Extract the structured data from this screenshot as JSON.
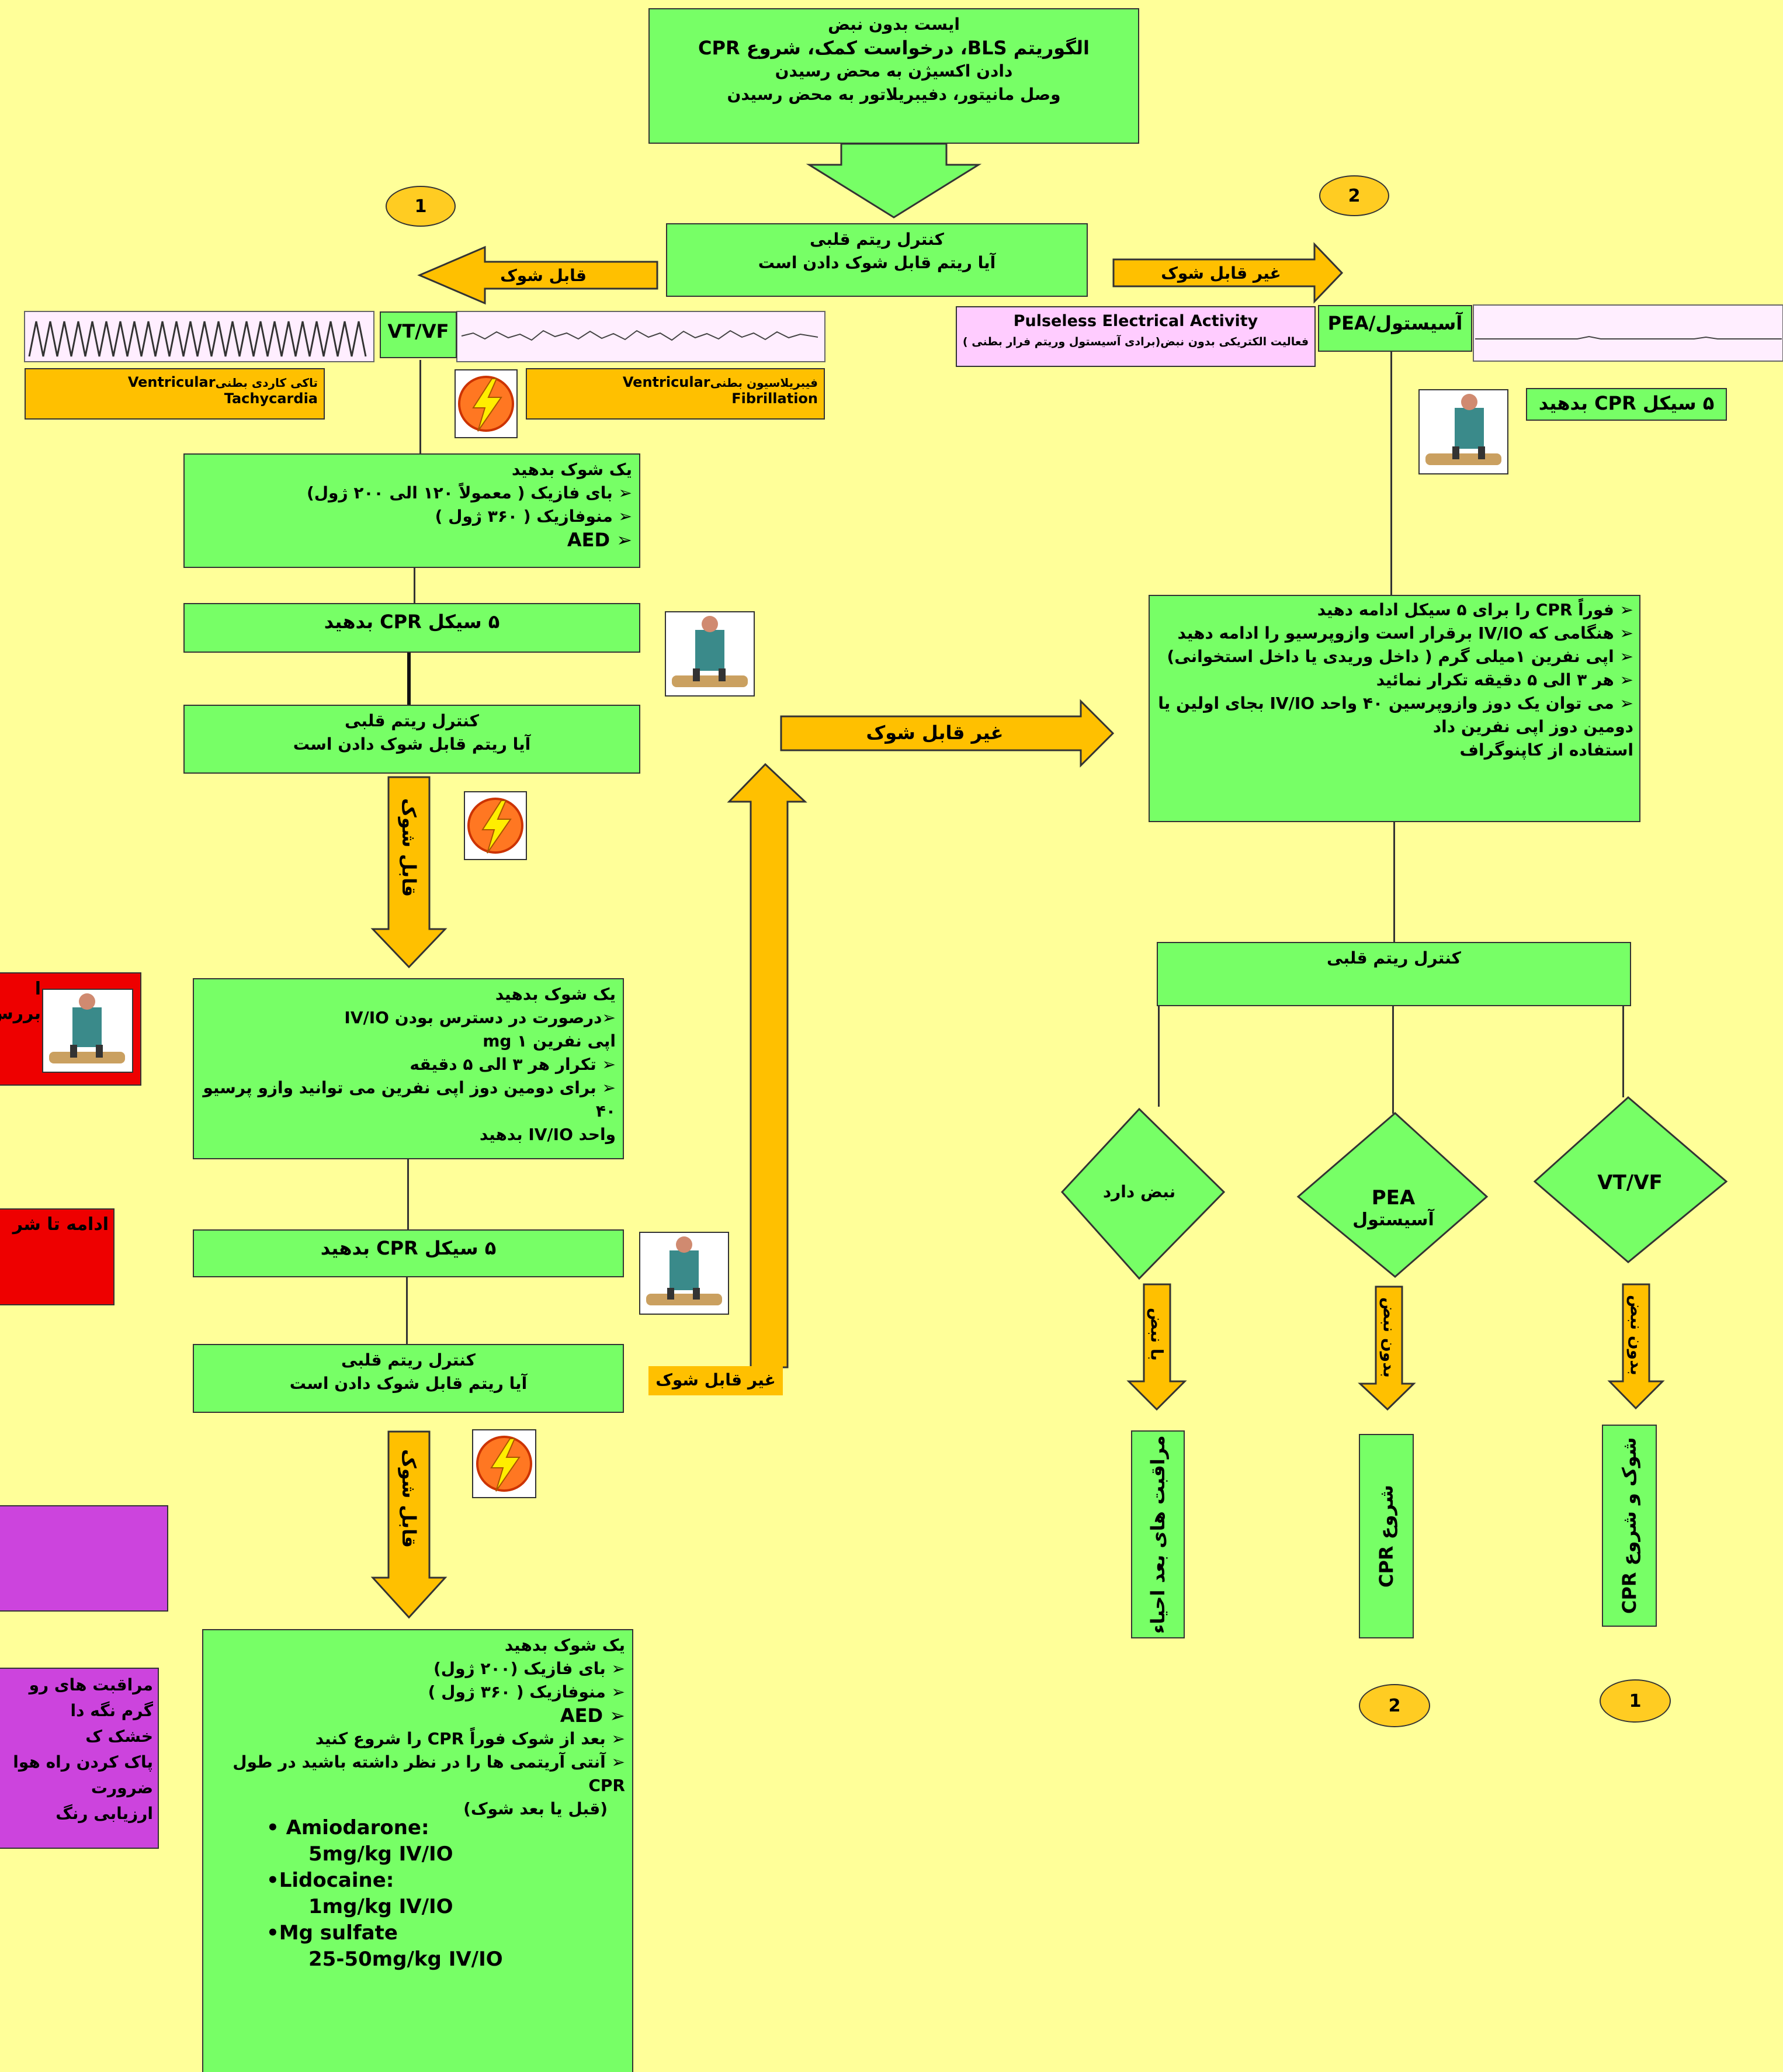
{
  "start_box": {
    "lines": [
      "ایست بدون نبض",
      "الگوریتم BLS، درخواست کمک، شروع CPR",
      "دادن اکسیژن به محض رسیدن",
      "وصل مانیتور، دفیبریلاتور به محض رسیدن"
    ]
  },
  "rhythm_check_top": {
    "line1": "کنترل ریتم قلبی",
    "line2": "آیا ریتم قابل شوک دادن است"
  },
  "labels": {
    "shockable": "قابل شوک",
    "non_shockable": "غیر قابل شوک",
    "circle_1": "1",
    "circle_2": "2",
    "vtvf": "VT/VF",
    "pea_asystole": "آسیستول/PEA"
  },
  "vt_box": {
    "en": "Ventricular Tachycardia",
    "fa": "تاکی کاردی بطنی"
  },
  "vf_box": {
    "en": "Ventricular Fibrillation",
    "fa": "فیبریلاسیون بطنی"
  },
  "pea_box": {
    "en": "Pulseless Electrical Activity",
    "fa": "فعالیت الکتریکی بدون نبض(برادی آسیستول وریتم فرار بطنی )"
  },
  "shock1": {
    "title": "یک شوک بدهید",
    "items": [
      "بای فازیک ( معمولاً ۱۲۰ الی ۲۰۰ ژول)",
      "منوفازیک ( ۳۶۰ ژول )",
      "AED"
    ]
  },
  "cpr5_a": "۵ سیکل CPR بدهید",
  "rhythm_check_2": {
    "line1": "کنترل ریتم قلبی",
    "line2": "آیا ریتم قابل شوک دادن است"
  },
  "shock2": {
    "title": "یک شوک بدهید",
    "items": [
      "درصورت در دسترس بودن  IV/IO",
      "   اپی نفرین mg   ۱",
      "تکرار هر ۳ الی ۵ دقیقه",
      "برای دومین دوز اپی نفرین می توانید وازو پرسیو ۴۰",
      "واحد  IV/IO بدهید"
    ]
  },
  "cpr5_b": "۵ سیکل CPR بدهید",
  "rhythm_check_3": {
    "line1": "کنترل ریتم قلبی",
    "line2": "آیا ریتم قابل شوک دادن است"
  },
  "shock3": {
    "title": "یک شوک بدهید",
    "items": [
      "بای فازیک (۲۰۰ ژول)",
      "منوفازیک ( ۳۶۰ ژول )",
      "AED",
      "بعد از شوک فوراً  CPR را شروع کنید",
      "آنتی آریتمی ها را در نظر داشته باشید در طول  CPR",
      "(قبل یا بعد شوک)"
    ],
    "drugs": [
      "• Amiodarone:",
      "5mg/kg IV/IO",
      "•Lidocaine:",
      "1mg/kg IV/IO",
      "•Mg sulfate",
      "25-50mg/kg IV/IO"
    ]
  },
  "cpr5_right": "۵ سیکل CPR بدهید",
  "pea_protocol": {
    "items": [
      "فوراً CPR را برای ۵ سیکل ادامه دهید",
      "هنگامی که  IV/IO برقرار است وازوپرسیو را ادامه دهید",
      "اپی نفرین ۱میلی گرم  ( داخل وریدی یا داخل استخوانی)",
      "هر ۳ الی ۵ دقیقه تکرار نمائید",
      "می توان یک دوز وازوپرسین ۴۰ واحد IV/IO بجای اولین یا",
      "دومین دوز اپی نفرین داد",
      "استفاده از کاپنوگراف"
    ]
  },
  "rhythm_check_right": "کنترل ریتم قلبی",
  "diamonds": {
    "has_pulse": "نبض دارد",
    "pea": "PEA",
    "asystole": "آسیستول",
    "vtvf": "VT/VF"
  },
  "down_arrows": {
    "with_pulse": "با نبض",
    "no_pulse": "بدون نبض"
  },
  "outcomes": {
    "post_care": "مراقبت های بعد احیاء",
    "start_cpr": "شروع CPR",
    "shock_cpr": "شوک و شروع CPR"
  },
  "left_partial": {
    "red1": [
      "ا",
      "بررس"
    ],
    "red2": "ادامه تا شر",
    "purple_lines": [
      "مراقبت های رو",
      "گرم نگه دا",
      "خشک ک",
      "پاک کردن راه هوا",
      "ضرورت",
      "ارزیابی رنگ"
    ]
  }
}
